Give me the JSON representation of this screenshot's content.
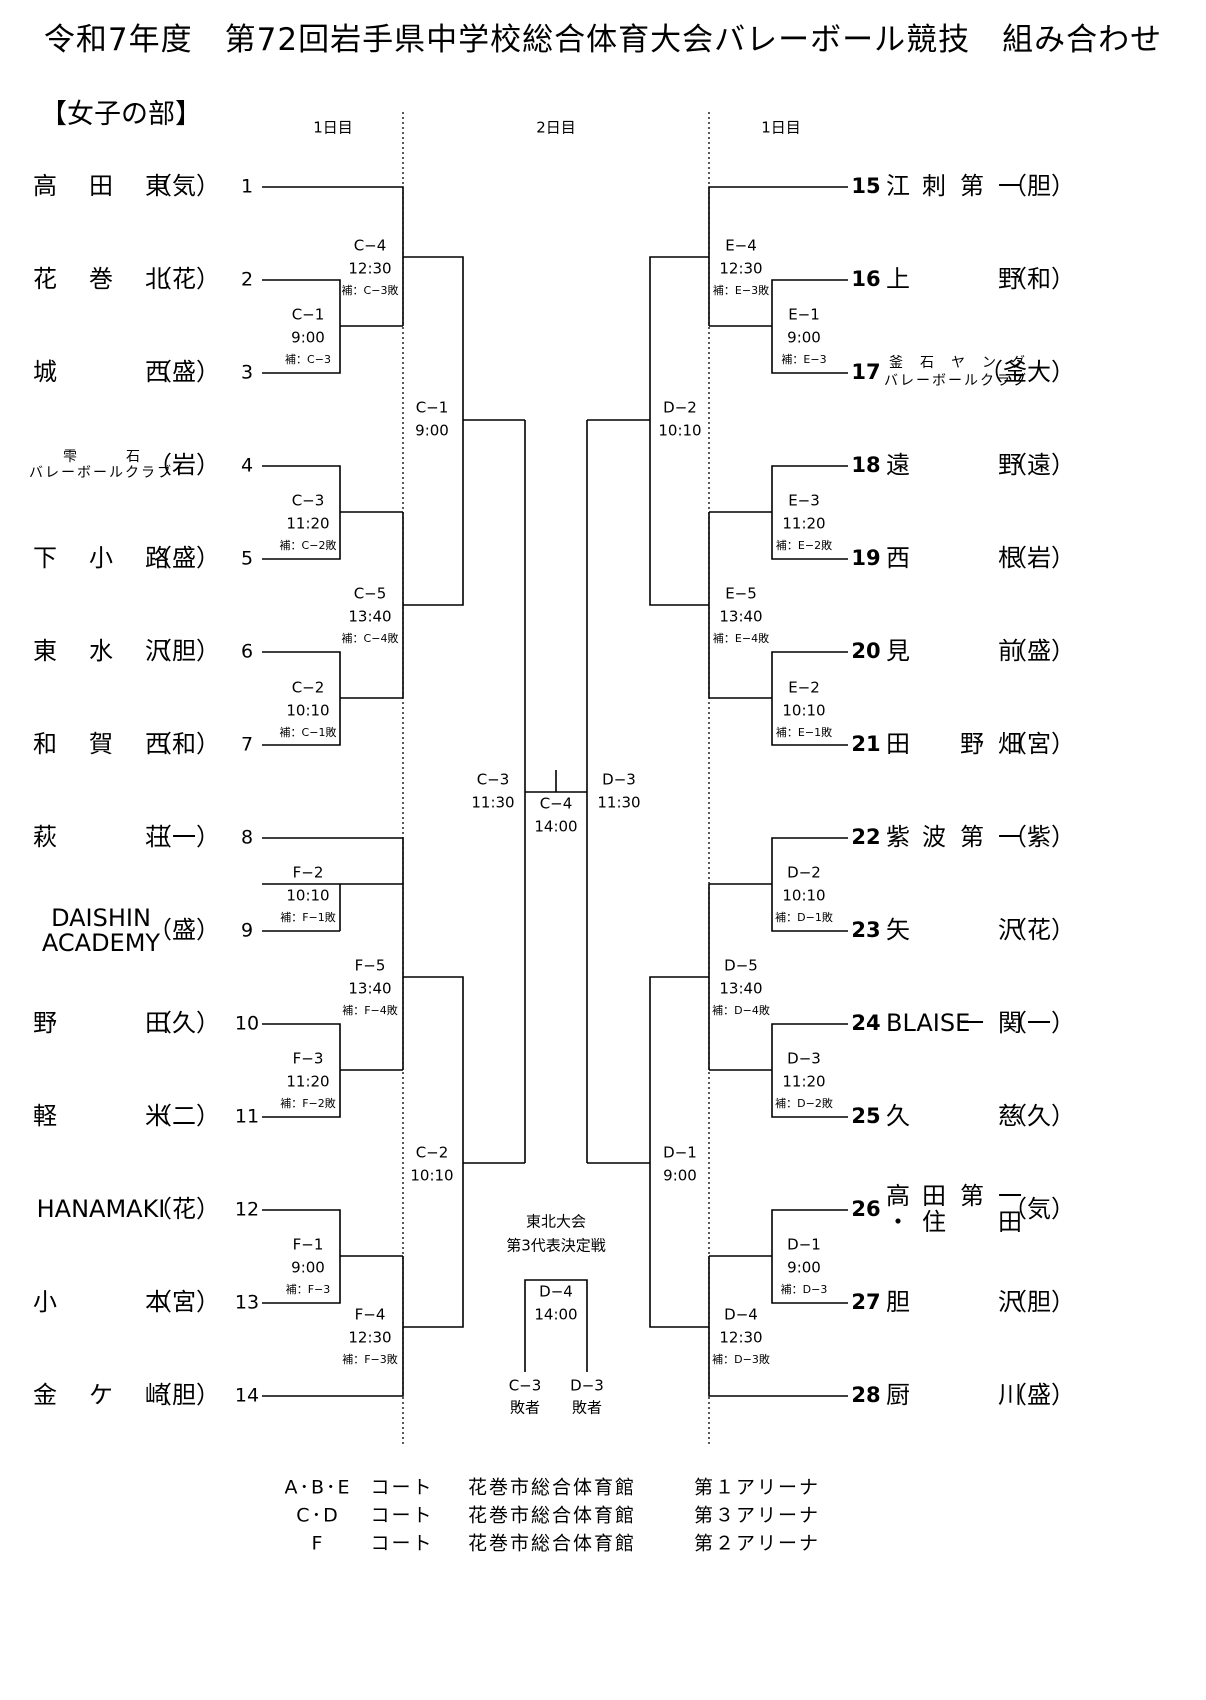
{
  "title": "令和7年度　第72回岩手県中学校総合体育大会バレーボール競技　組み合わせ",
  "section": "【女子の部】",
  "day_labels": {
    "left": "1日目",
    "center": "2日目",
    "right": "1日目"
  },
  "left_teams": [
    {
      "num": "1",
      "parts": [
        "高",
        "田",
        "東"
      ],
      "pref": "（気）"
    },
    {
      "num": "2",
      "parts": [
        "花",
        "巻",
        "北"
      ],
      "pref": "（花）"
    },
    {
      "num": "3",
      "parts": [
        "城",
        "",
        "西"
      ],
      "pref": "（盛）"
    },
    {
      "num": "4",
      "small_top": [
        "雫",
        "石"
      ],
      "small_bottom": "バレーボールクラブ",
      "pref": "（岩）"
    },
    {
      "num": "5",
      "parts": [
        "下",
        "小",
        "路"
      ],
      "pref": "（盛）"
    },
    {
      "num": "6",
      "parts": [
        "東",
        "水",
        "沢"
      ],
      "pref": "（胆）"
    },
    {
      "num": "7",
      "parts": [
        "和",
        "賀",
        "西"
      ],
      "pref": "（和）"
    },
    {
      "num": "8",
      "parts": [
        "萩",
        "",
        "荘"
      ],
      "pref": "（一）"
    },
    {
      "num": "9",
      "latin_lines": [
        "DAISHIN",
        "ACADEMY"
      ],
      "pref": "（盛）"
    },
    {
      "num": "10",
      "parts": [
        "野",
        "",
        "田"
      ],
      "pref": "（久）"
    },
    {
      "num": "11",
      "parts": [
        "軽",
        "",
        "米"
      ],
      "pref": "（二）"
    },
    {
      "num": "12",
      "latin_lines": [
        "HANAMAKI"
      ],
      "pref": "（花）"
    },
    {
      "num": "13",
      "parts": [
        "小",
        "",
        "本"
      ],
      "pref": "（宮）"
    },
    {
      "num": "14",
      "parts": [
        "金",
        "ケ",
        "崎"
      ],
      "pref": "（胆）"
    }
  ],
  "right_teams": [
    {
      "num": "15",
      "parts": [
        "江",
        "刺",
        "第",
        "一"
      ],
      "pref": "（胆）"
    },
    {
      "num": "16",
      "parts": [
        "上",
        "",
        "",
        "野"
      ],
      "pref": "（和）"
    },
    {
      "num": "17",
      "small_top": [
        "釜",
        "石",
        "ヤ",
        "ン",
        "グ"
      ],
      "small_bottom": "バレーボールクラブ",
      "pref": "（釜大）"
    },
    {
      "num": "18",
      "parts": [
        "遠",
        "",
        "",
        "野"
      ],
      "pref": "（遠）"
    },
    {
      "num": "19",
      "parts": [
        "西",
        "",
        "",
        "根"
      ],
      "pref": "（岩）"
    },
    {
      "num": "20",
      "parts": [
        "見",
        "",
        "",
        "前"
      ],
      "pref": "（盛）"
    },
    {
      "num": "21",
      "parts": [
        "田",
        "",
        "野",
        "畑"
      ],
      "pref": "（宮）"
    },
    {
      "num": "22",
      "parts": [
        "紫",
        "波",
        "第",
        "一"
      ],
      "pref": "（紫）"
    },
    {
      "num": "23",
      "parts": [
        "矢",
        "",
        "",
        "沢"
      ],
      "pref": "（花）"
    },
    {
      "num": "24",
      "latin": "BLAISE",
      "parts_tail": [
        "一",
        "関"
      ],
      "pref": "（一）"
    },
    {
      "num": "25",
      "parts": [
        "久",
        "",
        "",
        "慈"
      ],
      "pref": "（久）"
    },
    {
      "num": "26",
      "two_rows": [
        [
          "高",
          "田",
          "第",
          "一"
        ],
        [
          "・",
          "住",
          "",
          "田"
        ]
      ],
      "pref": "（気）"
    },
    {
      "num": "27",
      "parts": [
        "胆",
        "",
        "",
        "沢"
      ],
      "pref": "（胆）"
    },
    {
      "num": "28",
      "parts": [
        "厨",
        "",
        "",
        "川"
      ],
      "pref": "（盛）"
    }
  ],
  "matches": {
    "C1": {
      "code": "C−1",
      "time": "9:00",
      "sub": "補：C−3"
    },
    "C2": {
      "code": "C−2",
      "time": "10:10",
      "sub": "補：C−1敗"
    },
    "C3": {
      "code": "C−3",
      "time": "11:20",
      "sub": "補：C−2敗"
    },
    "C4": {
      "code": "C−4",
      "time": "12:30",
      "sub": "補：C−3敗"
    },
    "C5": {
      "code": "C−5",
      "time": "13:40",
      "sub": "補：C−4敗"
    },
    "F1": {
      "code": "F−1",
      "time": "9:00",
      "sub": "補：F−3"
    },
    "F2": {
      "code": "F−2",
      "time": "10:10",
      "sub": "補：F−1敗"
    },
    "F3": {
      "code": "F−3",
      "time": "11:20",
      "sub": "補：F−2敗"
    },
    "F4": {
      "code": "F−4",
      "time": "12:30",
      "sub": "補：F−3敗"
    },
    "F5": {
      "code": "F−5",
      "time": "13:40",
      "sub": "補：F−4敗"
    },
    "E1": {
      "code": "E−1",
      "time": "9:00",
      "sub": "補：E−3"
    },
    "E2": {
      "code": "E−2",
      "time": "10:10",
      "sub": "補：E−1敗"
    },
    "E3": {
      "code": "E−3",
      "time": "11:20",
      "sub": "補：E−2敗"
    },
    "E4": {
      "code": "E−4",
      "time": "12:30",
      "sub": "補：E−3敗"
    },
    "E5": {
      "code": "E−5",
      "time": "13:40",
      "sub": "補：E−4敗"
    },
    "D1r": {
      "code": "D−1",
      "time": "9:00",
      "sub": "補：D−3"
    },
    "D2r": {
      "code": "D−2",
      "time": "10:10",
      "sub": "補：D−1敗"
    },
    "D3r": {
      "code": "D−3",
      "time": "11:20",
      "sub": "補：D−2敗"
    },
    "D4r": {
      "code": "D−4",
      "time": "12:30",
      "sub": "補：D−3敗"
    },
    "D5r": {
      "code": "D−5",
      "time": "13:40",
      "sub": "補：D−4敗"
    },
    "day2_C1": {
      "code": "C−1",
      "time": "9:00"
    },
    "day2_C2": {
      "code": "C−2",
      "time": "10:10"
    },
    "day2_D2": {
      "code": "D−2",
      "time": "10:10"
    },
    "day2_D1": {
      "code": "D−1",
      "time": "9:00"
    },
    "semi_C3": {
      "code": "C−3",
      "time": "11:30"
    },
    "semi_D3": {
      "code": "D−3",
      "time": "11:30"
    },
    "final_C4": {
      "code": "C−4",
      "time": "14:00"
    },
    "third": {
      "heading": [
        "東北大会",
        "第3代表決定戦"
      ],
      "code": "D−4",
      "time": "14:00",
      "left_code": "C−3",
      "left_note": "敗者",
      "right_code": "D−3",
      "right_note": "敗者"
    }
  },
  "footer": [
    {
      "courts": "A･B･E",
      "kind": "コート",
      "venue": "花巻市総合体育館",
      "arena": "第１アリーナ"
    },
    {
      "courts": "C･D",
      "kind": "コート",
      "venue": "花巻市総合体育館",
      "arena": "第３アリーナ"
    },
    {
      "courts": "F",
      "kind": "コート",
      "venue": "花巻市総合体育館",
      "arena": "第２アリーナ"
    }
  ]
}
